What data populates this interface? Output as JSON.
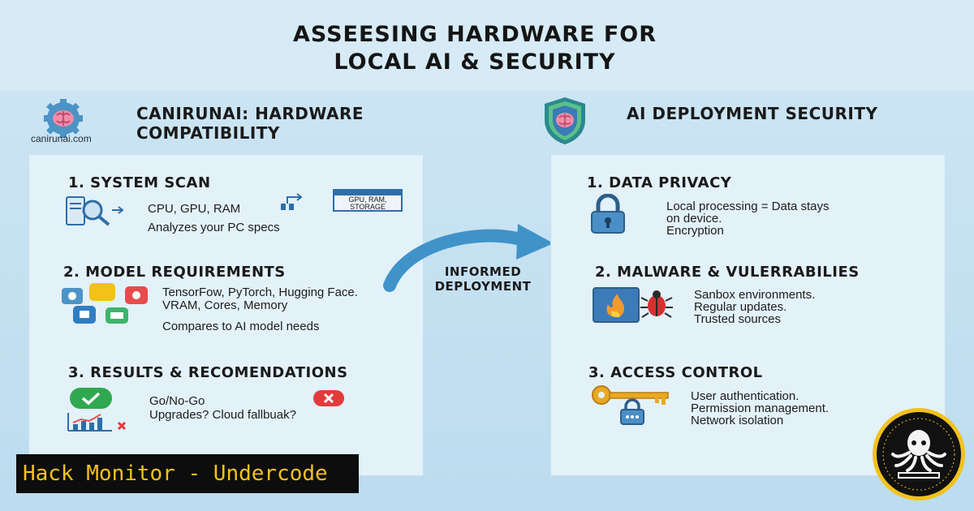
{
  "title": {
    "line1": "ASSEESING HARDWARE FOR",
    "line2": "LOCAL AI & SECURITY"
  },
  "left": {
    "logo_site": "canirunai.com",
    "heading_line1": "CANIRUNAI: HARDWARE",
    "heading_line2": "COMPATIBILITY",
    "sections": [
      {
        "title": "1. SYSTEM SCAN",
        "lines": [
          "CPU, GPU, RAM",
          "Analyzes your PC specs"
        ],
        "window_lines": [
          "GPU, RAM,",
          "STORAGE"
        ]
      },
      {
        "title": "2. MODEL REQUIREMENTS",
        "lines": [
          "TensorFow, PyTorch, Hugging Face.",
          "VRAM, Cores, Memory",
          "Compares to AI model needs"
        ]
      },
      {
        "title": "3. RESULTS & RECOMENDATIONS",
        "lines": [
          "Go/No-Go",
          "Upgrades? Cloud fallbuak?"
        ]
      }
    ]
  },
  "arrow_label": {
    "line1": "INFORMED",
    "line2": "DEPLOYMENT"
  },
  "right": {
    "heading": "AI DEPLOYMENT SECURITY",
    "sections": [
      {
        "title": "1. DATA PRIVACY",
        "lines": [
          "Local processing = Data stays",
          "on device.",
          "Encryption"
        ]
      },
      {
        "title": "2. MALWARE & VULERRABILIES",
        "lines": [
          "Sanbox environments.",
          "Regular updates.",
          "Trusted sources"
        ]
      },
      {
        "title": "3. ACCESS CONTROL",
        "lines": [
          "User authentication.",
          "Permission management.",
          "Network isolation"
        ]
      }
    ]
  },
  "badge": "Hack Monitor - Undercode",
  "colors": {
    "background": "#c5e1f2",
    "panel": "#e3f1f9",
    "arrow": "#3f93c9",
    "badge_text": "#f2c21b",
    "check": "#2fa84f",
    "cross": "#e23b3b",
    "lock": "#4a8fc7",
    "key": "#e9a823"
  },
  "icons": [
    "brain-gear-logo",
    "shield-brain-icon",
    "computer-magnifier-icon",
    "window-icon",
    "app-icons",
    "lock-icon",
    "fire-bug-icon",
    "key-lock-icon",
    "check-icon",
    "cross-icon",
    "bar-chart-icon",
    "octopus-emblem"
  ]
}
